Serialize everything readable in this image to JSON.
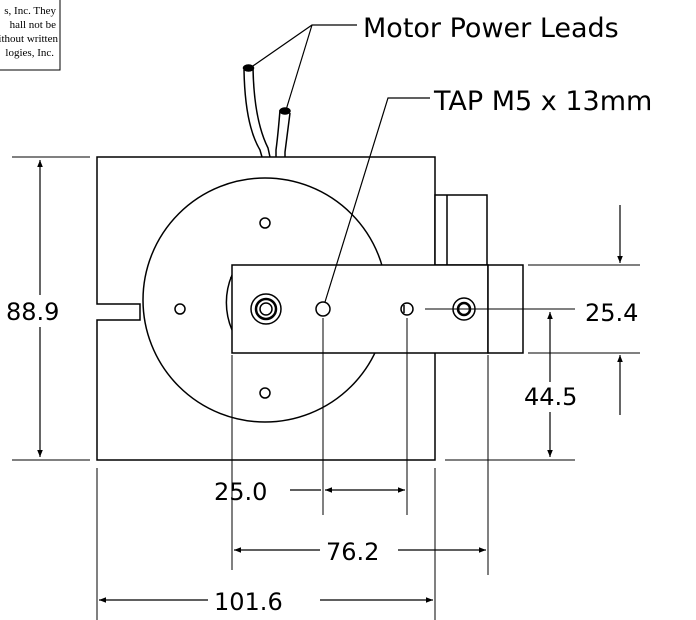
{
  "notice": {
    "lines": [
      "s, Inc. They",
      "hall not be",
      "ithout written",
      "logies, Inc."
    ]
  },
  "callouts": {
    "motor_leads": "Motor Power Leads",
    "tap": "TAP M5 x 13mm"
  },
  "dimensions": {
    "height_overall": "88.9",
    "hole_offset": "25.4",
    "arm_height": "44.5",
    "hole_spacing": "25.0",
    "arm_width": "76.2",
    "width_overall": "101.6"
  }
}
